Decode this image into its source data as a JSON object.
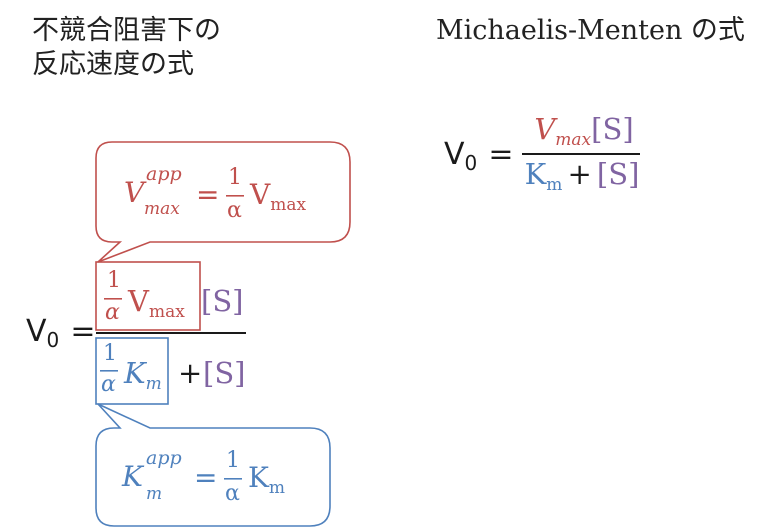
{
  "headings": {
    "left_line1": "不競合阻害下の",
    "left_line2": "反応速度の式",
    "right": "Michaelis-Menten の式"
  },
  "mm_equation": {
    "lhs_v": "V",
    "lhs_sub": "0",
    "equals": "=",
    "num_v": "V",
    "num_sub": "max",
    "num_s": "[S]",
    "den_k": "K",
    "den_sub": "m",
    "den_plus": "+",
    "den_s": "[S]"
  },
  "bubble_top": {
    "v": "V",
    "sup": "app",
    "sub": "max",
    "equals": "=",
    "frac_num": "1",
    "frac_den": "α",
    "vmax_v": "V",
    "vmax_sub": "max"
  },
  "main_equation": {
    "lhs_v": "V",
    "lhs_sub": "0",
    "equals": "=",
    "num_frac_num": "1",
    "num_frac_den": "α",
    "num_v": "V",
    "num_sub": "max",
    "num_s": "[S]",
    "den_frac_num": "1",
    "den_frac_den": "α",
    "den_k": "K",
    "den_k_sub": "m",
    "den_plus": "+",
    "den_s": "[S]"
  },
  "bubble_bottom": {
    "k": "K",
    "sup": "app",
    "sub": "m",
    "equals": "=",
    "frac_num": "1",
    "frac_den": "α",
    "km_k": "K",
    "km_sub": "m"
  },
  "colors": {
    "vmax": "#c0504d",
    "km": "#4f81bd",
    "substrate": "#8064a2",
    "text": "#1a1a1a"
  }
}
